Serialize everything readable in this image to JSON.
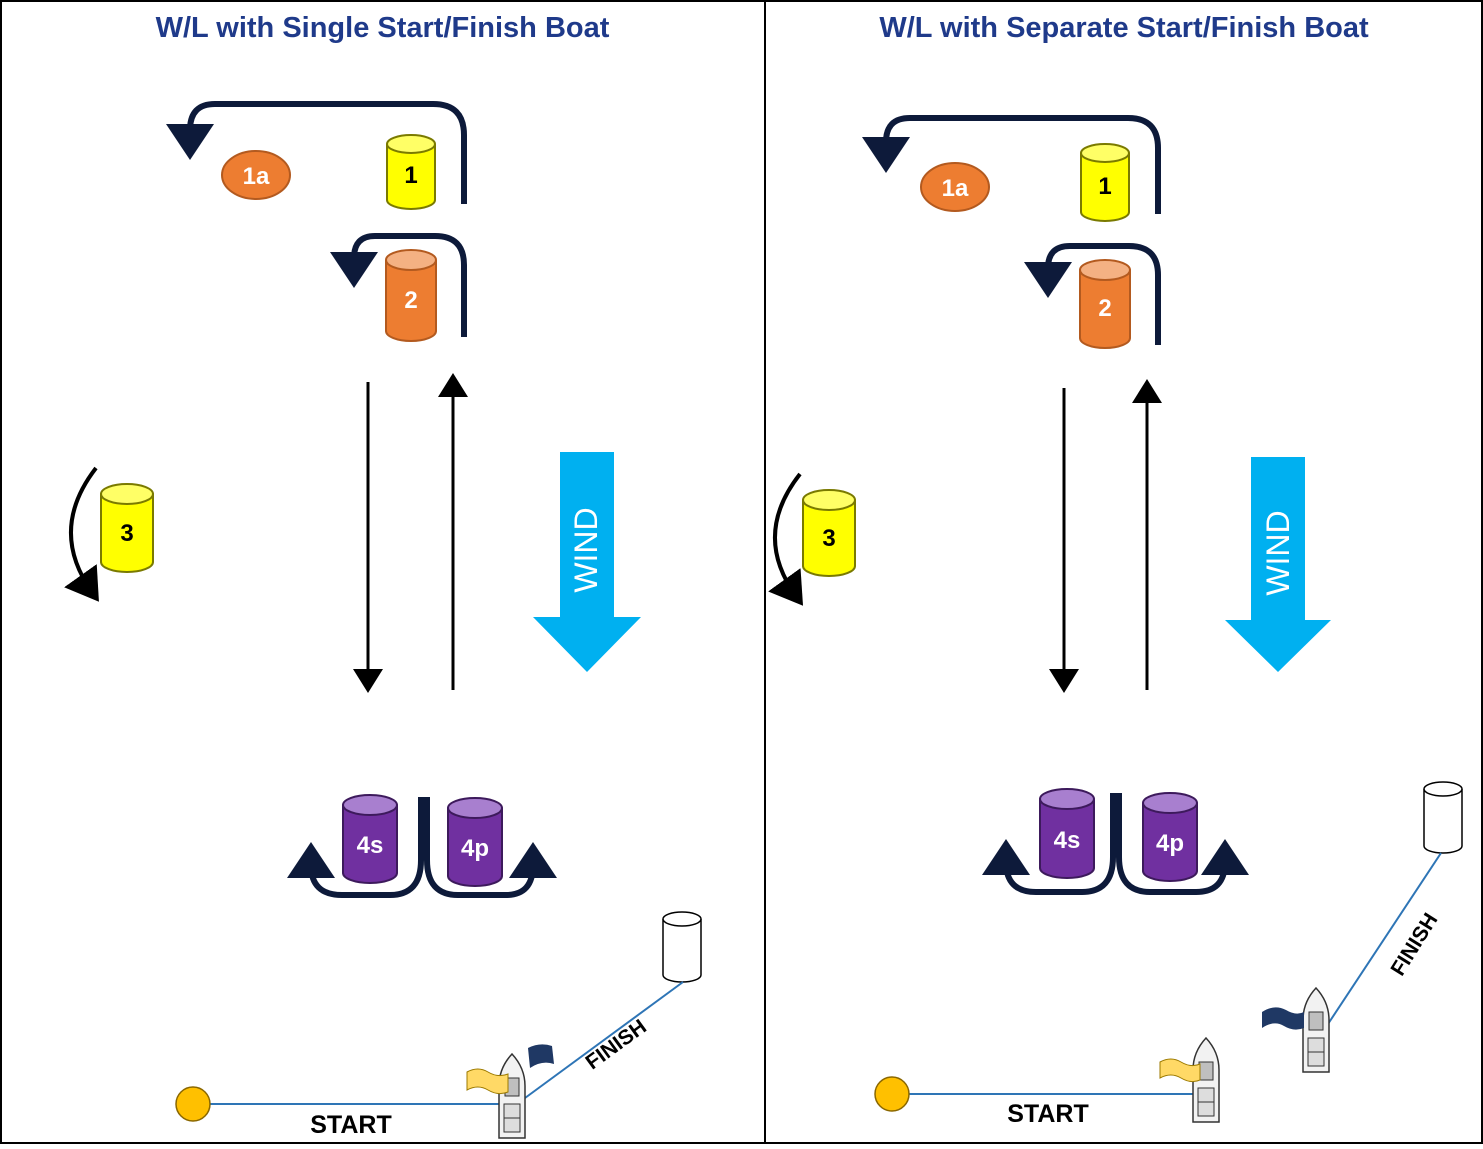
{
  "panels": [
    {
      "title": "W/L with Single Start/Finish Boat",
      "marks": {
        "m1": "1",
        "m1a": "1a",
        "m2": "2",
        "m3": "3",
        "m4s": "4s",
        "m4p": "4p"
      },
      "wind_label": "WIND",
      "start_label": "START",
      "finish_label": "FINISH"
    },
    {
      "title": "W/L with Separate Start/Finish Boat",
      "marks": {
        "m1": "1",
        "m1a": "1a",
        "m2": "2",
        "m3": "3",
        "m4s": "4s",
        "m4p": "4p"
      },
      "wind_label": "WIND",
      "start_label": "START",
      "finish_label": "FINISH"
    }
  ],
  "colors": {
    "title": "#1f3a8a",
    "yellow_mark": "#ffff00",
    "orange_mark": "#ed7d31",
    "purple_mark": "#7030a0",
    "wind_arrow": "#00b0f0",
    "course_arrow": "#0d1a3a",
    "line": "#2e75b6",
    "start_pin": "#ffc000"
  }
}
